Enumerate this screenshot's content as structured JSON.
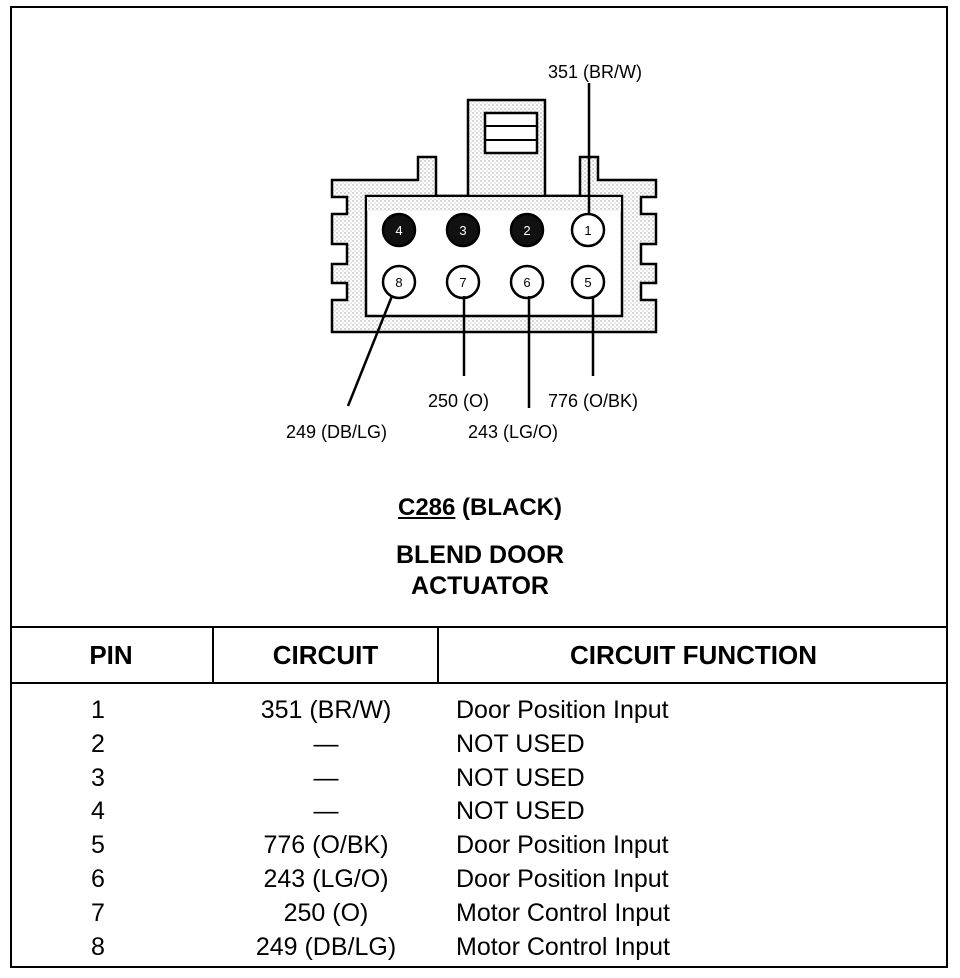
{
  "connector": {
    "id": "C286",
    "color": "(BLACK)",
    "component_line1": "BLEND DOOR",
    "component_line2": "ACTUATOR"
  },
  "callouts": {
    "pin1": "351 (BR/W)",
    "pin5": "776 (O/BK)",
    "pin6": "243 (LG/O)",
    "pin7": "250 (O)",
    "pin8": "249 (DB/LG)"
  },
  "connector_pins": [
    {
      "num": "4",
      "used": false
    },
    {
      "num": "3",
      "used": false
    },
    {
      "num": "2",
      "used": false
    },
    {
      "num": "1",
      "used": true
    },
    {
      "num": "8",
      "used": true
    },
    {
      "num": "7",
      "used": true
    },
    {
      "num": "6",
      "used": true
    },
    {
      "num": "5",
      "used": true
    }
  ],
  "table": {
    "headers": {
      "pin": "PIN",
      "circuit": "CIRCUIT",
      "function": "CIRCUIT FUNCTION"
    },
    "rows": [
      {
        "pin": "1",
        "circuit": "351 (BR/W)",
        "function": "Door Position Input"
      },
      {
        "pin": "2",
        "circuit": "—",
        "function": "NOT USED"
      },
      {
        "pin": "3",
        "circuit": "—",
        "function": "NOT USED"
      },
      {
        "pin": "4",
        "circuit": "—",
        "function": "NOT USED"
      },
      {
        "pin": "5",
        "circuit": "776 (O/BK)",
        "function": "Door Position Input"
      },
      {
        "pin": "6",
        "circuit": "243 (LG/O)",
        "function": "Door Position Input"
      },
      {
        "pin": "7",
        "circuit": "250 (O)",
        "function": "Motor Control Input"
      },
      {
        "pin": "8",
        "circuit": "249 (DB/LG)",
        "function": "Motor Control Input"
      }
    ]
  }
}
